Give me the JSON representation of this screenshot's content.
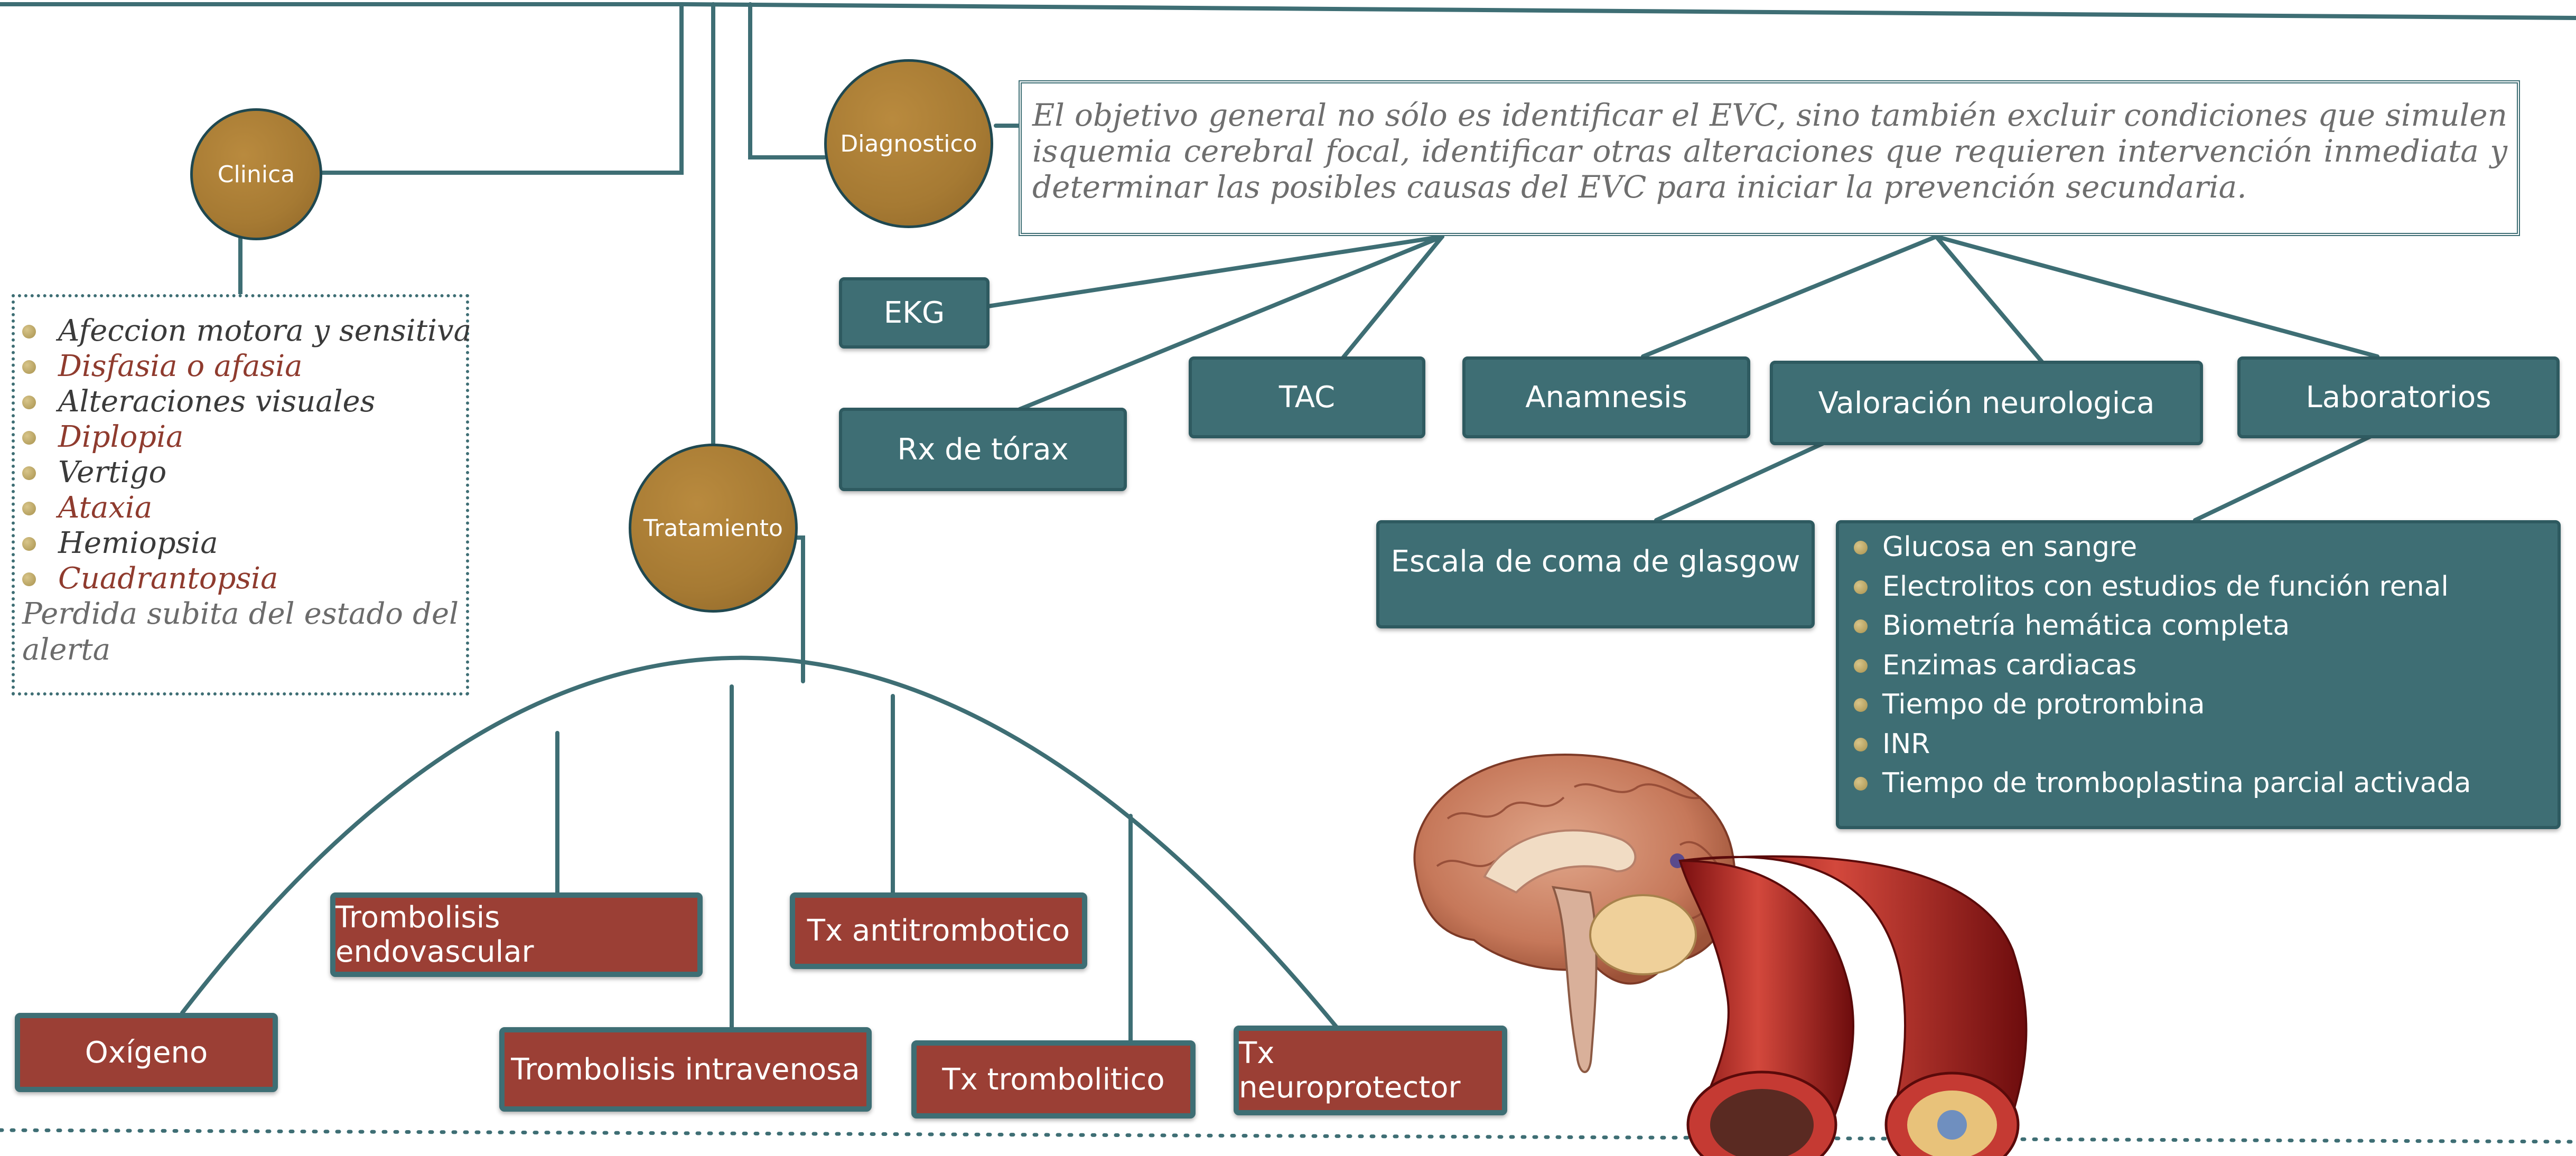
{
  "nodes": {
    "clinica": "Clinica",
    "diagnostico": "Diagnostico",
    "tratamiento": "Tratamiento"
  },
  "clinica_items": [
    {
      "text": "Afeccion motora y sensitiva",
      "color": "#3a3a3a"
    },
    {
      "text": "Disfasia o afasia",
      "color": "#8f3b2e"
    },
    {
      "text": "Alteraciones visuales",
      "color": "#3a3a3a"
    },
    {
      "text": "Diplopia",
      "color": "#8f3b2e"
    },
    {
      "text": "Vertigo",
      "color": "#3a3a3a"
    },
    {
      "text": "Ataxia",
      "color": "#8f3b2e"
    },
    {
      "text": "Hemiopsia",
      "color": "#3a3a3a"
    },
    {
      "text": "Cuadrantopsia",
      "color": "#8f3b2e"
    }
  ],
  "clinica_tail": "Perdida subita del estado del alerta",
  "diagnostico_text": "El objetivo general no sólo es identificar el EVC, sino también excluir condiciones que simulen isquemia cerebral focal, identificar otras alteraciones que requieren intervención inmediata y determinar las posibles causas del EVC para iniciar la prevención secundaria.",
  "diagnostico_boxes": {
    "ekg": "EKG",
    "rx_torax": "Rx de tórax",
    "tac": "TAC",
    "anamnesis": "Anamnesis",
    "valoracion": "Valoración neurologica",
    "laboratorios": "Laboratorios",
    "glasgow": "Escala de coma de glasgow"
  },
  "laboratorios_items": [
    "Glucosa en sangre",
    "Electrolitos con estudios de función renal",
    "Biometría hemática completa",
    "Enzimas cardiacas",
    "Tiempo de protrombina",
    "INR",
    "Tiempo de tromboplastina parcial activada"
  ],
  "tratamiento_boxes": {
    "oxigeno": "Oxígeno",
    "trombolisis_endovascular": "Trombolisis endovascular",
    "trombolisis_intravenosa": "Trombolisis intravenosa",
    "tx_antitrombotico": "Tx antitrombotico",
    "tx_trombolitico": "Tx trombolitico",
    "tx_neuroprotector": "Tx neuroprotector"
  },
  "colors": {
    "teal": "#3e6e74",
    "brown": "#a67a33",
    "red": "#9b3f35",
    "text_red": "#8f3b2e",
    "text_dark": "#3a3a3a",
    "text_gray": "#6e6e6e"
  }
}
